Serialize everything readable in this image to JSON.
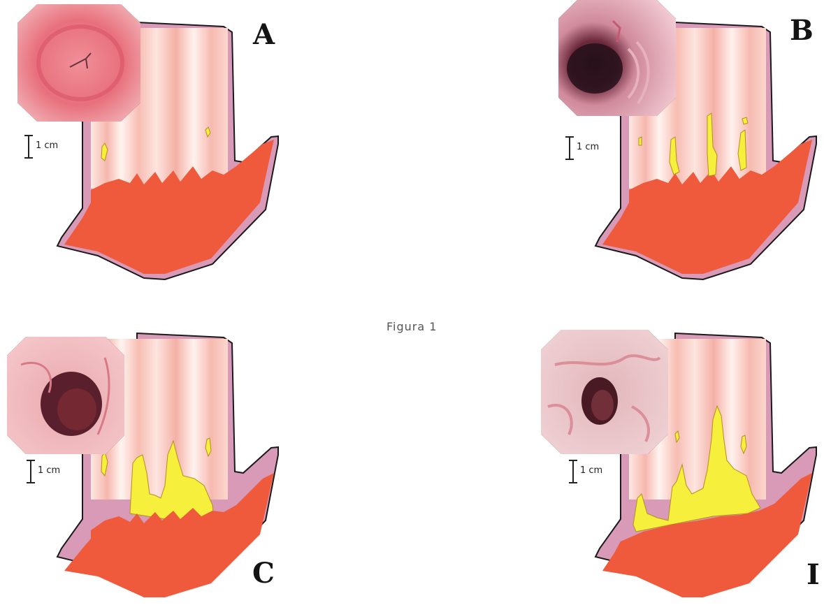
{
  "caption": "Figura 1",
  "panels": [
    {
      "letter": "A",
      "scale_label": "1 cm",
      "lumen": "none"
    },
    {
      "letter": "B",
      "scale_label": "1 cm",
      "lumen": "left-dark"
    },
    {
      "letter": "C",
      "scale_label": "1 cm",
      "lumen": "large-center"
    },
    {
      "letter": "I",
      "scale_label": "1 cm",
      "lumen": "small-center"
    }
  ],
  "colors": {
    "stomach": "#ee5a3b",
    "esophagus_pink": "#f8c4bc",
    "esophagus_light": "#fde8e2",
    "wall_outline": "#c47fa0",
    "metaplasia_yellow": "#f6ef3c",
    "metaplasia_outline": "#b38f1e"
  }
}
